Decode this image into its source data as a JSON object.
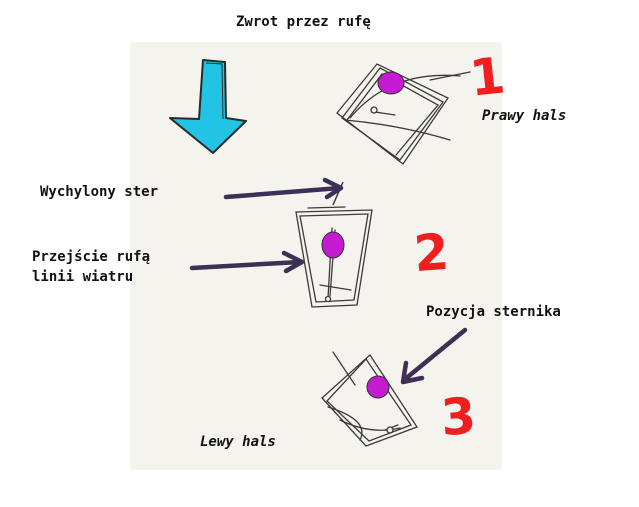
{
  "title": "Zwrot przez rufę",
  "labels": {
    "prawy_hals": "Prawy hals",
    "wychylony_ster": "Wychylony ster",
    "przejscie_line1": "Przejście rufą",
    "przejscie_line2": "linii wiatru",
    "pozycja_sternika": "Pozycja sternika",
    "lewy_hals": "Lewy hals"
  },
  "step_numbers": [
    "1",
    "2",
    "3"
  ],
  "colors": {
    "wind_arrow": "#22c4e6",
    "helmsman": "#c41ad1",
    "pointer_arrow": "#3d2f55",
    "step_number": "#ef1f1f",
    "sketch_lines": "#3a3a3a"
  },
  "icons": [
    "wind-arrow-icon",
    "boat-sketch-icon",
    "pointer-arrow-icon"
  ]
}
